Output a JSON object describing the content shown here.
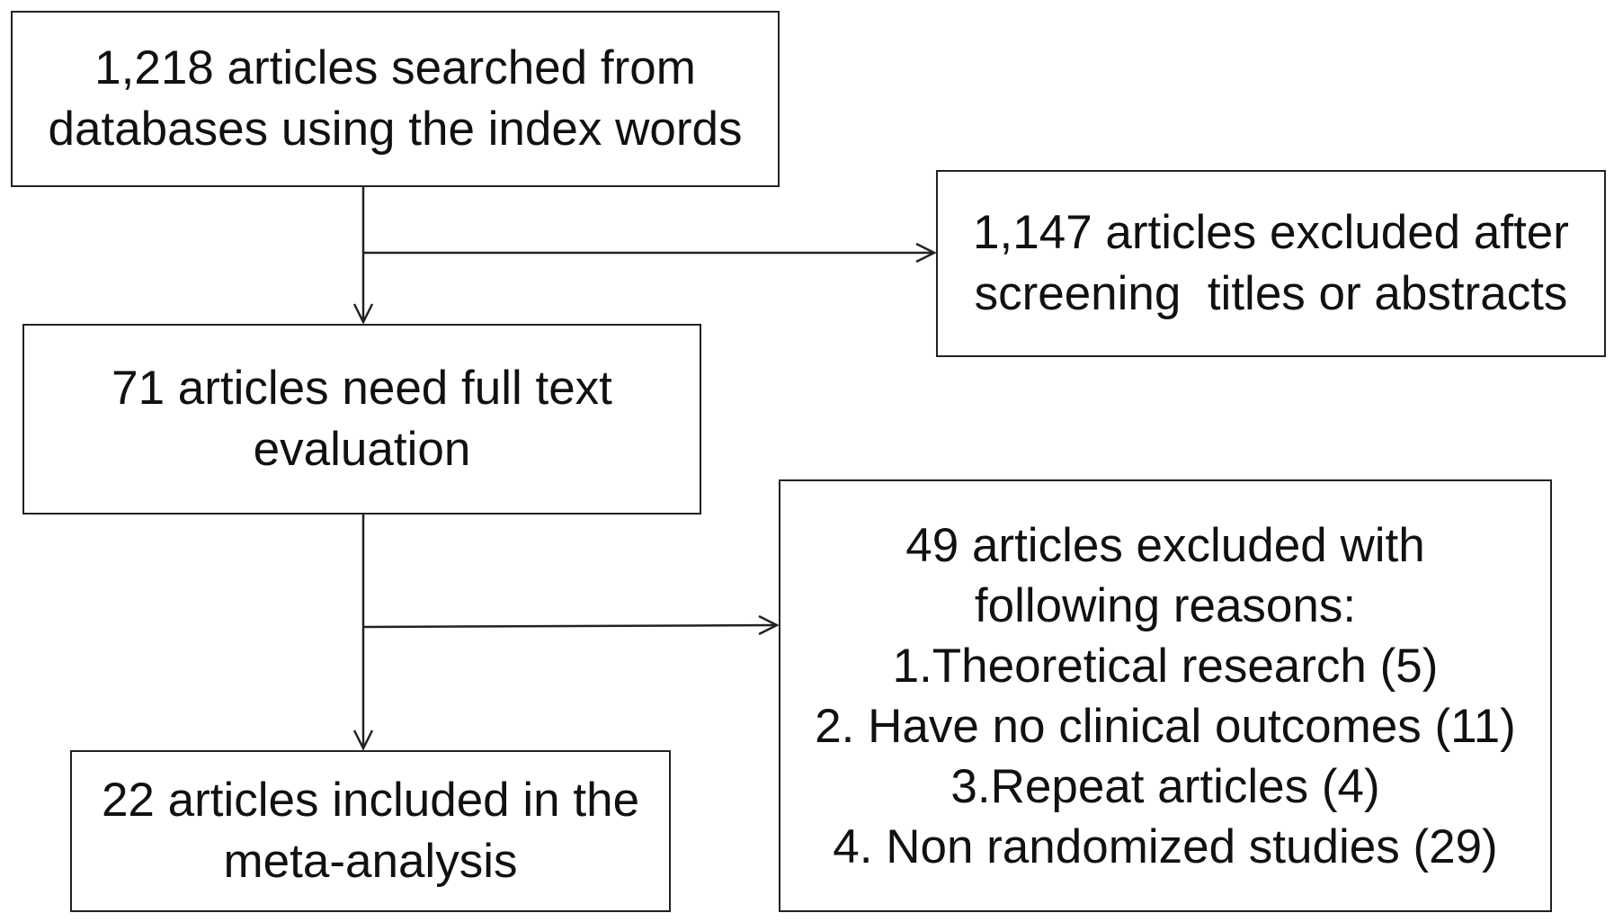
{
  "flowchart": {
    "search_box": {
      "lines": [
        "1,218 articles searched from",
        "databases using the index words"
      ]
    },
    "excluded_screening_box": {
      "lines": [
        "1,147 articles excluded after",
        "screening  titles or abstracts"
      ]
    },
    "full_text_box": {
      "lines": [
        "71 articles need full text",
        "evaluation"
      ]
    },
    "excluded_reasons_box": {
      "lines": [
        "49 articles excluded with",
        "following reasons:",
        "1.Theoretical research (5)",
        "2. Have no clinical outcomes (11)",
        "3.Repeat articles (4)",
        "4. Non randomized studies (29)"
      ]
    },
    "included_box": {
      "lines": [
        "22 articles included in the",
        "meta-analysis"
      ]
    }
  }
}
